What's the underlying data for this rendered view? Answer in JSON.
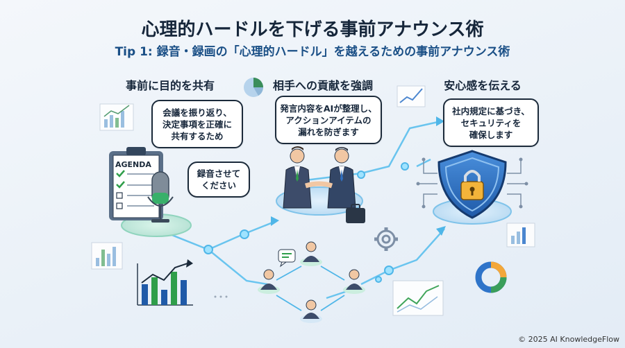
{
  "title": "心理的ハードルを下げる事前アナウンス術",
  "subtitle": "Tip 1: 録音・録画の「心理的ハードル」を越えるための事前アナウンス術",
  "sections": [
    {
      "heading": "事前に目的を共有"
    },
    {
      "heading": "相手への貢献を強調"
    },
    {
      "heading": "安心感を伝える"
    }
  ],
  "bubbles": {
    "purpose_lines": [
      "会議を振り返り、",
      "決定事項を正確に",
      "共有するため"
    ],
    "request_lines": [
      "録音させて",
      "ください"
    ],
    "contribution_lines": [
      "発言内容をAIが整理し、",
      "アクションアイテムの",
      "漏れを防ぎます"
    ],
    "security_lines": [
      "社内規定に基づき、",
      "セキュリティを",
      "確保します"
    ]
  },
  "agenda_label": "AGENDA",
  "footer": "© 2025 AI KnowledgeFlow",
  "colors": {
    "accent": "#1a4f86",
    "flow": "#4fb6e8",
    "node_glow": "#bfe9d8",
    "shield": "#2f74c9"
  },
  "icons": [
    "clipboard-icon",
    "microphone-icon",
    "handshake-icon",
    "briefcase-icon",
    "shield-lock-icon",
    "gear-icon",
    "pie-chart-icon",
    "donut-chart-icon",
    "bar-chart-icon",
    "line-chart-icon",
    "person-icon",
    "chat-icon"
  ]
}
